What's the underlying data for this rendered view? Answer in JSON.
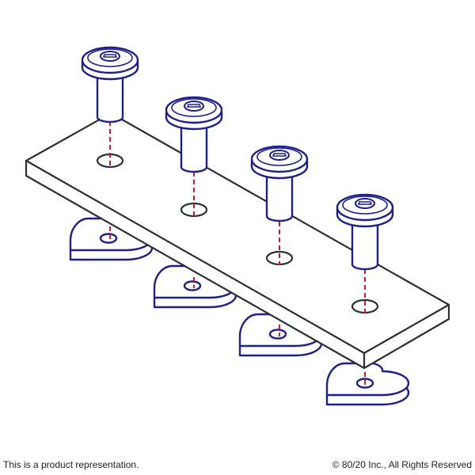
{
  "footer": {
    "note": "This is a product representation.",
    "copyright": "© 80/20 Inc., All Rights Reserved"
  },
  "colors": {
    "part_outline": "#1e1e8c",
    "plate_outline": "#2a2f33",
    "centerline": "#d0192b",
    "background": "#ffffff"
  },
  "diagram": {
    "bolt_count": 4,
    "nut_count": 4,
    "hole_count": 4
  }
}
